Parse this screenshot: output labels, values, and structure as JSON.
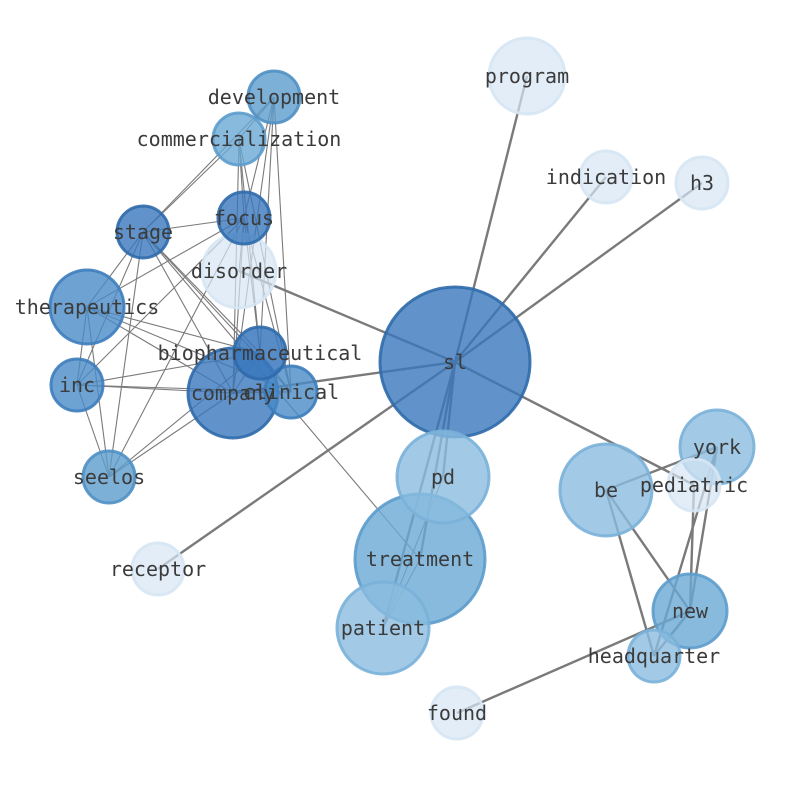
{
  "graph": {
    "nodes": [
      {
        "id": "sl",
        "label": "sl",
        "fill": "#3a78bd",
        "fill_opacity": 0.8,
        "stroke": "#2f6aab"
      },
      {
        "id": "treatment",
        "label": "treatment",
        "fill": "#6aa9d5",
        "fill_opacity": 0.8,
        "stroke": "#5c9ccc"
      },
      {
        "id": "pd",
        "label": "pd",
        "fill": "#8bbde0",
        "fill_opacity": 0.8,
        "stroke": "#7ab1d9"
      },
      {
        "id": "patient",
        "label": "patient",
        "fill": "#8bbde0",
        "fill_opacity": 0.8,
        "stroke": "#7ab1d9"
      },
      {
        "id": "be",
        "label": "be",
        "fill": "#8bbde0",
        "fill_opacity": 0.8,
        "stroke": "#7ab1d9"
      },
      {
        "id": "york",
        "label": "york",
        "fill": "#8bbde0",
        "fill_opacity": 0.8,
        "stroke": "#7ab1d9"
      },
      {
        "id": "new",
        "label": "new",
        "fill": "#6aa9d5",
        "fill_opacity": 0.8,
        "stroke": "#5c9ccc"
      },
      {
        "id": "pediatric",
        "label": "pediatric",
        "fill": "#d6e6f4",
        "fill_opacity": 0.7,
        "stroke": "#d6e6f4"
      },
      {
        "id": "headquarter",
        "label": "headquarter",
        "fill": "#8bbde0",
        "fill_opacity": 0.8,
        "stroke": "#7ab1d9"
      },
      {
        "id": "found",
        "label": "found",
        "fill": "#d6e6f4",
        "fill_opacity": 0.7,
        "stroke": "#d6e6f4"
      },
      {
        "id": "receptor",
        "label": "receptor",
        "fill": "#d6e6f4",
        "fill_opacity": 0.7,
        "stroke": "#d6e6f4"
      },
      {
        "id": "program",
        "label": "program",
        "fill": "#d6e6f4",
        "fill_opacity": 0.7,
        "stroke": "#d6e6f4"
      },
      {
        "id": "indication",
        "label": "indication",
        "fill": "#d6e6f4",
        "fill_opacity": 0.7,
        "stroke": "#d6e6f4"
      },
      {
        "id": "h3",
        "label": "h3",
        "fill": "#d6e6f4",
        "fill_opacity": 0.7,
        "stroke": "#d6e6f4"
      },
      {
        "id": "company",
        "label": "company",
        "fill": "#3a78bd",
        "fill_opacity": 0.8,
        "stroke": "#2f6aab"
      },
      {
        "id": "clinical",
        "label": "clinical",
        "fill": "#4a8bc7",
        "fill_opacity": 0.8,
        "stroke": "#3d7dbd"
      },
      {
        "id": "biopharmaceutical",
        "label": "biopharmaceutical",
        "fill": "#3a78bd",
        "fill_opacity": 0.85,
        "stroke": "#2f6aab"
      },
      {
        "id": "disorder",
        "label": "disorder",
        "fill": "#d6e6f4",
        "fill_opacity": 0.7,
        "stroke": "#d6e6f4"
      },
      {
        "id": "therapeutics",
        "label": "therapeutics",
        "fill": "#4a8bc7",
        "fill_opacity": 0.8,
        "stroke": "#3d7dbd"
      },
      {
        "id": "inc",
        "label": "inc",
        "fill": "#4a8bc7",
        "fill_opacity": 0.8,
        "stroke": "#3d7dbd"
      },
      {
        "id": "seelos",
        "label": "seelos",
        "fill": "#5c9ccc",
        "fill_opacity": 0.8,
        "stroke": "#4f90c4"
      },
      {
        "id": "stage",
        "label": "stage",
        "fill": "#3a78bd",
        "fill_opacity": 0.8,
        "stroke": "#2f6aab"
      },
      {
        "id": "focus",
        "label": "focus",
        "fill": "#3a78bd",
        "fill_opacity": 0.8,
        "stroke": "#2f6aab"
      },
      {
        "id": "commercialization",
        "label": "commercialization",
        "fill": "#6aa9d5",
        "fill_opacity": 0.8,
        "stroke": "#5c9ccc"
      },
      {
        "id": "development",
        "label": "development",
        "fill": "#5c9ccc",
        "fill_opacity": 0.8,
        "stroke": "#4f90c4"
      }
    ],
    "edges": [
      [
        "sl",
        "treatment"
      ],
      [
        "sl",
        "pd"
      ],
      [
        "sl",
        "patient"
      ],
      [
        "sl",
        "program"
      ],
      [
        "sl",
        "indication"
      ],
      [
        "sl",
        "h3"
      ],
      [
        "sl",
        "pediatric"
      ],
      [
        "sl",
        "receptor"
      ],
      [
        "sl",
        "company"
      ],
      [
        "sl",
        "disorder"
      ],
      [
        "treatment",
        "patient"
      ],
      [
        "pd",
        "patient"
      ],
      [
        "be",
        "york"
      ],
      [
        "be",
        "new"
      ],
      [
        "be",
        "headquarter"
      ],
      [
        "york",
        "new"
      ],
      [
        "york",
        "headquarter"
      ],
      [
        "new",
        "pediatric"
      ],
      [
        "new",
        "found"
      ],
      [
        "new",
        "headquarter"
      ],
      [
        "company",
        "clinical"
      ],
      [
        "company",
        "biopharmaceutical"
      ],
      [
        "company",
        "inc"
      ],
      [
        "company",
        "therapeutics"
      ],
      [
        "company",
        "stage"
      ],
      [
        "company",
        "seelos"
      ],
      [
        "company",
        "focus"
      ],
      [
        "company",
        "development"
      ],
      [
        "company",
        "commercialization"
      ],
      [
        "clinical",
        "biopharmaceutical"
      ],
      [
        "clinical",
        "stage"
      ],
      [
        "clinical",
        "focus"
      ],
      [
        "clinical",
        "development"
      ],
      [
        "clinical",
        "commercialization"
      ],
      [
        "clinical",
        "therapeutics"
      ],
      [
        "clinical",
        "inc"
      ],
      [
        "biopharmaceutical",
        "therapeutics"
      ],
      [
        "biopharmaceutical",
        "stage"
      ],
      [
        "biopharmaceutical",
        "focus"
      ],
      [
        "biopharmaceutical",
        "development"
      ],
      [
        "biopharmaceutical",
        "commercialization"
      ],
      [
        "biopharmaceutical",
        "inc"
      ],
      [
        "biopharmaceutical",
        "seelos"
      ],
      [
        "therapeutics",
        "inc"
      ],
      [
        "therapeutics",
        "seelos"
      ],
      [
        "therapeutics",
        "stage"
      ],
      [
        "therapeutics",
        "focus"
      ],
      [
        "inc",
        "seelos"
      ],
      [
        "inc",
        "stage"
      ],
      [
        "inc",
        "focus"
      ],
      [
        "seelos",
        "stage"
      ],
      [
        "seelos",
        "focus"
      ],
      [
        "stage",
        "focus"
      ],
      [
        "stage",
        "development"
      ],
      [
        "stage",
        "commercialization"
      ],
      [
        "stage",
        "treatment"
      ],
      [
        "focus",
        "development"
      ],
      [
        "focus",
        "commercialization"
      ],
      [
        "commercialization",
        "development"
      ],
      [
        "disorder",
        "focus"
      ]
    ],
    "heavy_edge_hubs": [
      "sl",
      "new",
      "be",
      "york",
      "treatment",
      "pd",
      "patient",
      "pediatric",
      "headquarter",
      "found",
      "receptor",
      "program",
      "indication",
      "h3",
      "disorder"
    ]
  }
}
